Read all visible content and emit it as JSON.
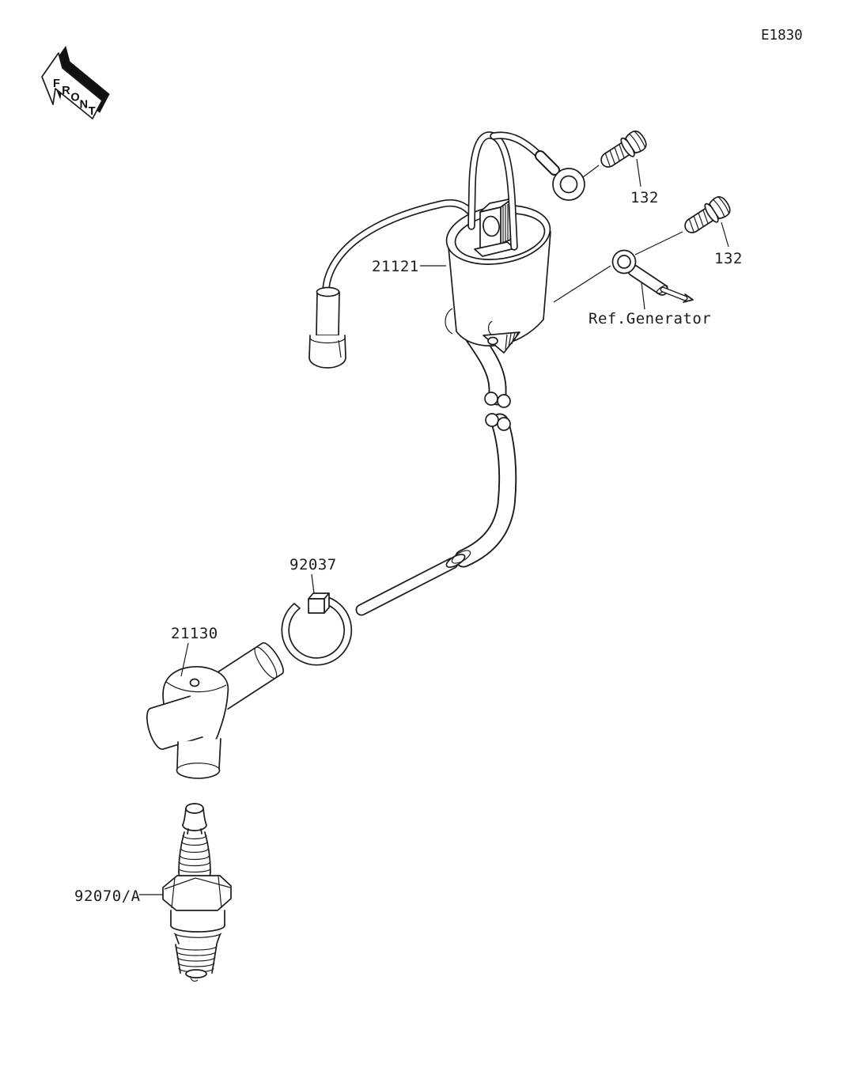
{
  "diagram": {
    "code": "E1830",
    "front_label": "FRONT"
  },
  "callouts": {
    "bolt_upper": "132",
    "bolt_lower": "132",
    "ignition_coil": "21121",
    "ref_generator": "Ref.Generator",
    "clamp": "92037",
    "plug_cap": "21130",
    "spark_plug": "92070/A"
  },
  "colors": {
    "line": "#1c1c1c",
    "background": "#ffffff"
  }
}
